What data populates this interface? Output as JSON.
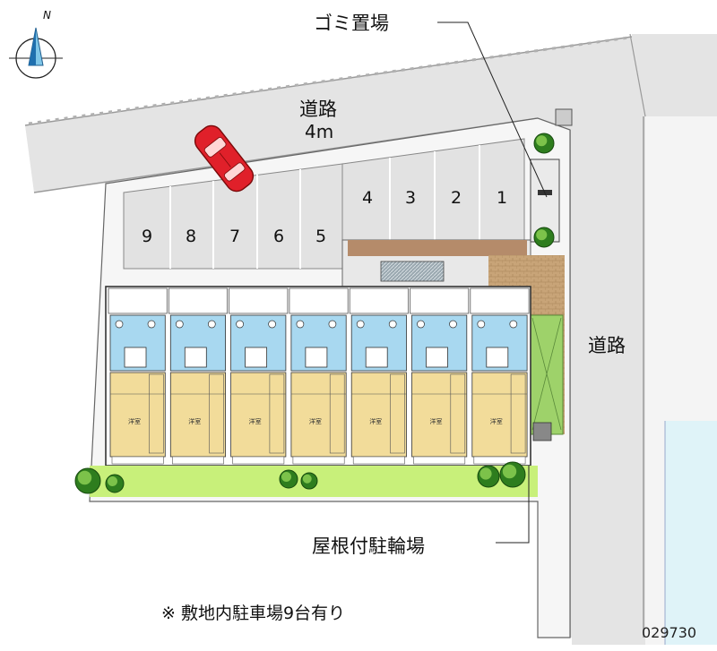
{
  "labels": {
    "garbage_area": "ゴミ置場",
    "road_top": "道路",
    "road_top_width": "4m",
    "road_right": "道路",
    "bicycle_parking": "屋根付駐輪場",
    "note": "※ 敷地内駐車場9台有り",
    "code": "029730",
    "compass_n": "N"
  },
  "parking_spaces_top_row": [
    "4",
    "3",
    "2",
    "1"
  ],
  "parking_spaces_bottom_row": [
    "9",
    "8",
    "7",
    "6",
    "5"
  ],
  "unit_room_label": "洋室",
  "unit_count": 7,
  "colors": {
    "road": "#e4e4e4",
    "road_edge": "#9a9a9a",
    "bathroom": "#a8d8f0",
    "room_floor": "#f2dc9a",
    "lawn": "#c8f07a",
    "tree_dark": "#2e7d1e",
    "tree_light": "#7cc24a",
    "brick": "#c8a478",
    "car": "#e0202a",
    "water": "#dff3f8"
  }
}
